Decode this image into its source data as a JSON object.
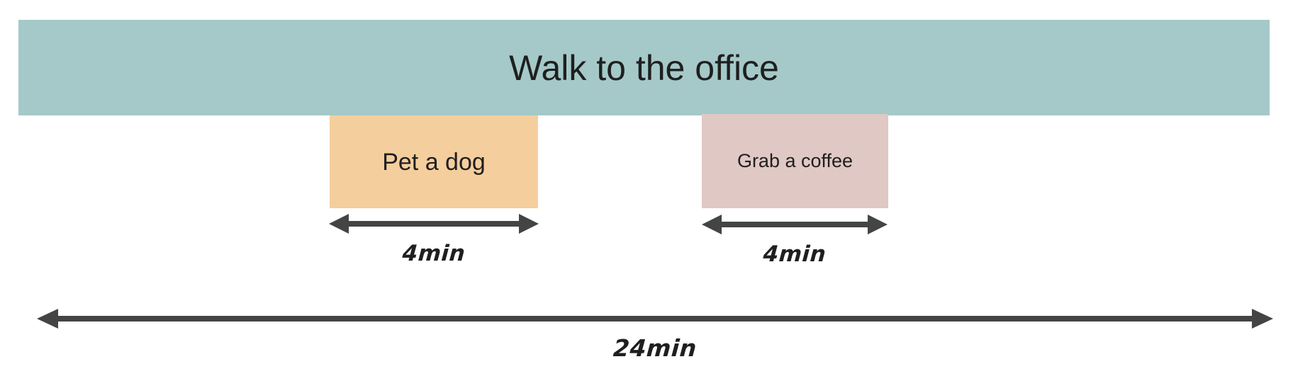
{
  "diagram": {
    "type": "timeline-gantt",
    "background_color": "#ffffff",
    "arrow_color": "#444444",
    "text_color": "#1f1f1f",
    "tasks": [
      {
        "id": "walk-to-office",
        "label": "Walk to the office",
        "color": "#a4c9c8",
        "duration_label": "24min",
        "duration_minutes": 24
      },
      {
        "id": "pet-a-dog",
        "label": "Pet a dog",
        "color": "#f5ce9d",
        "duration_label": "4min",
        "duration_minutes": 4
      },
      {
        "id": "grab-a-coffee",
        "label": "Grab a coffee",
        "color": "#e0c8c4",
        "duration_label": "4min",
        "duration_minutes": 4
      }
    ],
    "measurements": [
      {
        "id": "dog-duration",
        "label": "4min"
      },
      {
        "id": "coffee-duration",
        "label": "4min"
      },
      {
        "id": "total-duration",
        "label": "24min"
      }
    ]
  }
}
